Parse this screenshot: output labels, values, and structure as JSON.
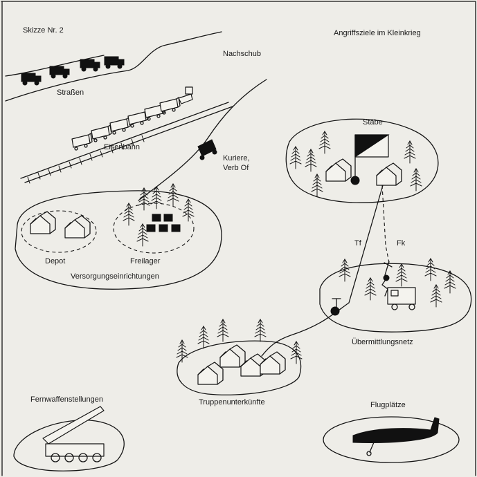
{
  "sketch_number": "Skizze Nr. 2",
  "title": "Angriffsziele im Kleinkrieg",
  "labels": {
    "supply": "Nachschub",
    "roads": "Straßen",
    "railway": "Eisenbahn",
    "couriers_line1": "Kuriere,",
    "couriers_line2": "Verb Of",
    "staffs": "Stäbe",
    "depot": "Depot",
    "open_storage": "Freilager",
    "supply_facilities": "Versorgungseinrichtungen",
    "telephone": "Tf",
    "radio": "Fk",
    "communications_network": "Übermittlungsnetz",
    "troop_quarters": "Truppenunterkünfte",
    "missile_positions": "Fernwaffenstellungen",
    "airfields": "Flugplätze"
  }
}
